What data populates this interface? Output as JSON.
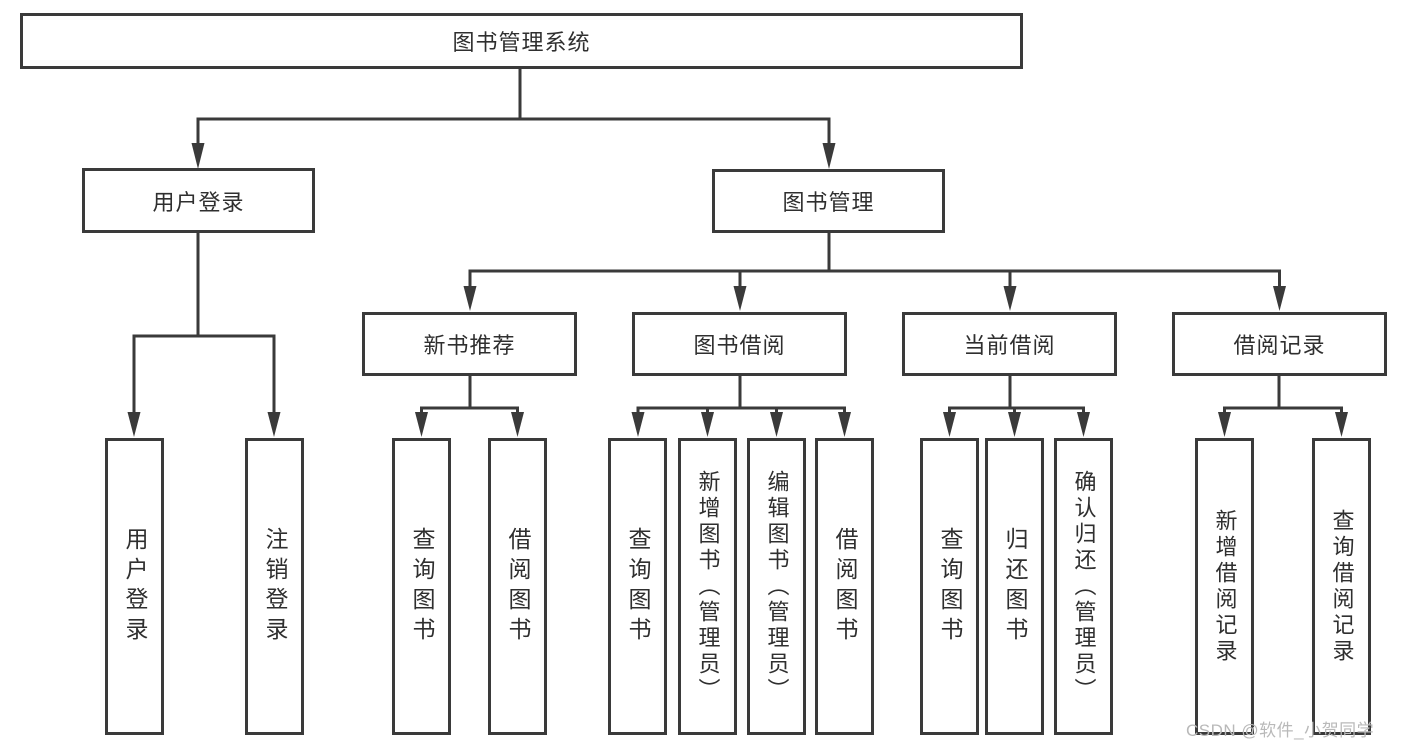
{
  "diagram": {
    "root": {
      "label": "图书管理系统"
    },
    "branches": [
      {
        "label": "用户登录",
        "children": [
          {
            "label": "用户登录"
          },
          {
            "label": "注销登录"
          }
        ]
      },
      {
        "label": "图书管理",
        "children": [
          {
            "label": "新书推荐",
            "children": [
              {
                "label": "查询图书"
              },
              {
                "label": "借阅图书"
              }
            ]
          },
          {
            "label": "图书借阅",
            "children": [
              {
                "label": "查询图书"
              },
              {
                "label": "新增图书（管理员）"
              },
              {
                "label": "编辑图书（管理员）"
              },
              {
                "label": "借阅图书"
              }
            ]
          },
          {
            "label": "当前借阅",
            "children": [
              {
                "label": "查询图书"
              },
              {
                "label": "归还图书"
              },
              {
                "label": "确认归还（管理员）"
              }
            ]
          },
          {
            "label": "借阅记录",
            "children": [
              {
                "label": "新增借阅记录"
              },
              {
                "label": "查询借阅记录"
              }
            ]
          }
        ]
      }
    ]
  },
  "watermark": {
    "text": "CSDN @软件_小贺同学"
  },
  "colors": {
    "line": "#3a3a3a",
    "box_border": "#3a3a3a",
    "text": "#2f2f2f",
    "watermark": "#b9b9b9",
    "background": "#ffffff"
  }
}
